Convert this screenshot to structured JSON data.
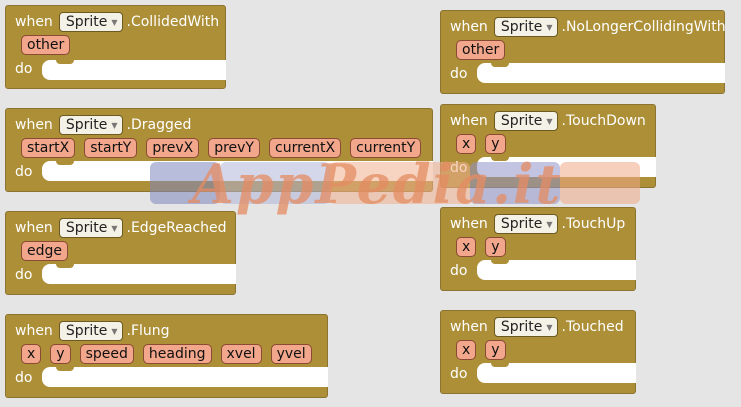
{
  "labels": {
    "when": "when",
    "do": "do"
  },
  "component": "Sprite",
  "blocks": {
    "collided": {
      "event": ".CollidedWith",
      "params": [
        "other"
      ]
    },
    "no_longer": {
      "event": ".NoLongerCollidingWith",
      "params": [
        "other"
      ]
    },
    "dragged": {
      "event": ".Dragged",
      "params": [
        "startX",
        "startY",
        "prevX",
        "prevY",
        "currentX",
        "currentY"
      ]
    },
    "touchdown": {
      "event": ".TouchDown",
      "params": [
        "x",
        "y"
      ]
    },
    "edge": {
      "event": ".EdgeReached",
      "params": [
        "edge"
      ]
    },
    "touchup": {
      "event": ".TouchUp",
      "params": [
        "x",
        "y"
      ]
    },
    "flung": {
      "event": ".Flung",
      "params": [
        "x",
        "y",
        "speed",
        "heading",
        "xvel",
        "yvel"
      ]
    },
    "touched": {
      "event": ".Touched",
      "params": [
        "x",
        "y"
      ]
    }
  },
  "watermark": "AppPedia.it",
  "colors": {
    "block": "#ad8f38",
    "param": "#f2a68b",
    "background": "#e5e5e5"
  }
}
